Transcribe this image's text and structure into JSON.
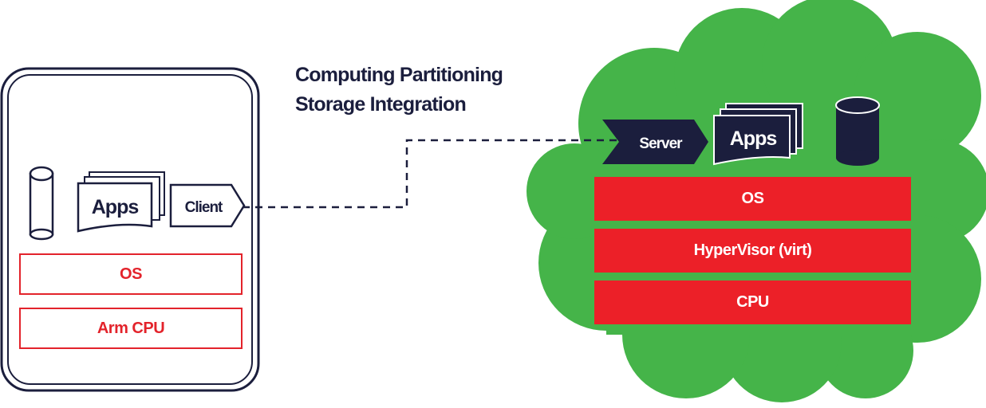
{
  "caption": {
    "line1": "Computing Partitioning",
    "line2": "Storage Integration"
  },
  "device": {
    "apps_label": "Apps",
    "client_label": "Client",
    "layers": [
      "OS",
      "Arm CPU"
    ]
  },
  "cloud": {
    "server_label": "Server",
    "apps_label": "Apps",
    "layers": [
      "OS",
      "HyperVisor (virt)",
      "CPU"
    ]
  },
  "colors": {
    "navy": "#1b1e3d",
    "cloud_green": "#45b449",
    "layer_red": "#ec2028"
  }
}
